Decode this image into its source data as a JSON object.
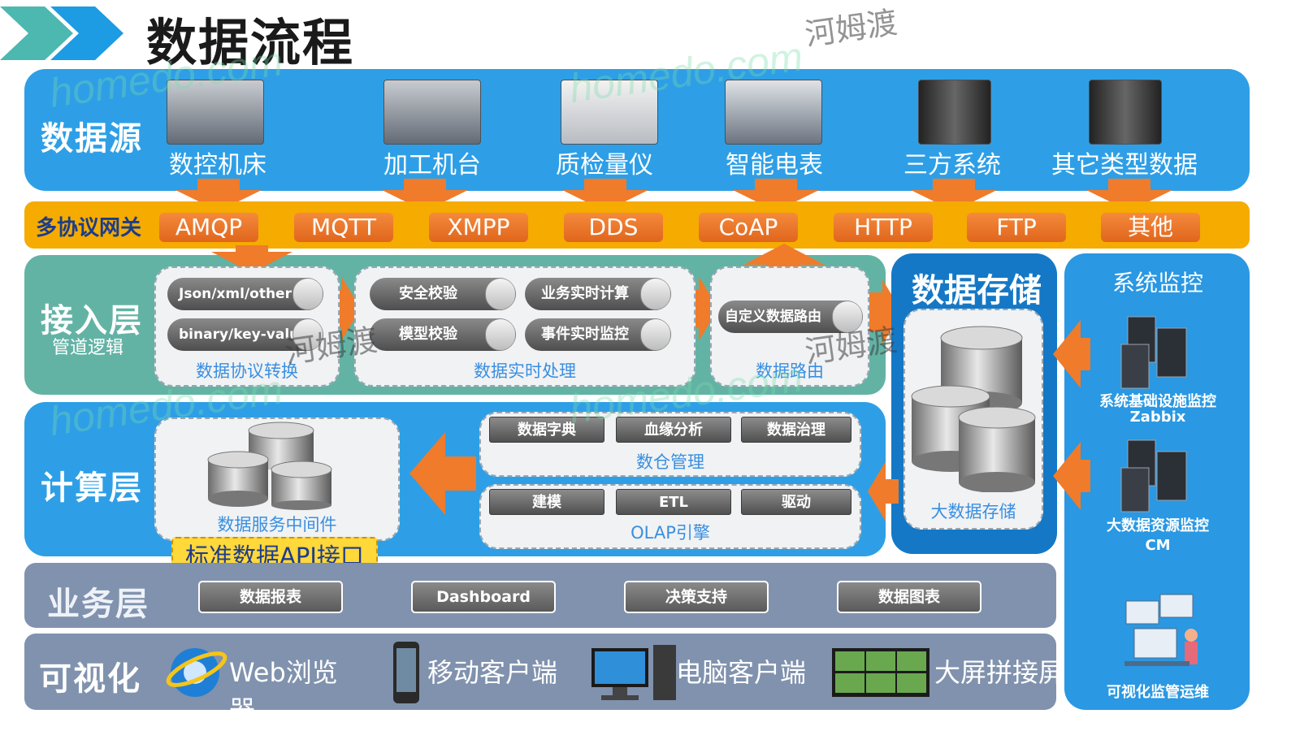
{
  "header": {
    "title": "数据流程"
  },
  "sources": {
    "title": "数据源",
    "items": [
      {
        "label": "数控机床",
        "icon": "cnc-machine-icon"
      },
      {
        "label": "加工机台",
        "icon": "machine-station-icon"
      },
      {
        "label": "质检量仪",
        "icon": "quality-gauge-icon"
      },
      {
        "label": "智能电表",
        "icon": "smart-meter-icon"
      },
      {
        "label": "三方系统",
        "icon": "server-rack-icon"
      },
      {
        "label": "其它类型数据",
        "icon": "server-rack-icon"
      }
    ]
  },
  "gateway": {
    "title": "多协议网关",
    "protocols": [
      "AMQP",
      "MQTT",
      "XMPP",
      "DDS",
      "CoAP",
      "HTTP",
      "FTP",
      "其他"
    ]
  },
  "access": {
    "title": "接入层",
    "subtitle": "管道逻辑",
    "protocol_group": {
      "caption": "数据协议转换",
      "items": [
        "Json/xml/other",
        "binary/key-value"
      ]
    },
    "realtime_group": {
      "caption": "数据实时处理",
      "items": [
        "安全校验",
        "业务实时计算",
        "模型校验",
        "事件实时监控"
      ]
    },
    "routing_group": {
      "caption": "数据路由",
      "items": [
        "自定义数据路由"
      ]
    }
  },
  "storage": {
    "title": "数据存储",
    "caption": "大数据存储"
  },
  "monitor": {
    "title": "系统监控",
    "items": [
      {
        "line1": "系统基础设施监控",
        "line2": "Zabbix"
      },
      {
        "line1": "大数据资源监控",
        "line2": "CM"
      },
      {
        "line1": "可视化监管运维",
        "line2": ""
      }
    ]
  },
  "compute": {
    "title": "计算层",
    "middleware_caption": "数据服务中间件",
    "api_label": "标准数据API接口",
    "warehouse": {
      "caption": "数仓管理",
      "items": [
        "数据字典",
        "血缘分析",
        "数据治理"
      ]
    },
    "olap": {
      "caption": "OLAP引擎",
      "items": [
        "建模",
        "ETL",
        "驱动"
      ]
    }
  },
  "business": {
    "title": "业务层",
    "items": [
      "数据报表",
      "Dashboard",
      "决策支持",
      "数据图表"
    ]
  },
  "visual": {
    "title": "可视化",
    "items": [
      {
        "label": "Web浏览器",
        "icon": "ie-browser-icon"
      },
      {
        "label": "移动客户端",
        "icon": "mobile-phone-icon"
      },
      {
        "label": "电脑客户端",
        "icon": "desktop-computer-icon"
      },
      {
        "label": "大屏拼接屏",
        "icon": "video-wall-icon"
      }
    ]
  },
  "watermark": {
    "brand": "homedo.com",
    "cn": "河姆渡"
  },
  "colors": {
    "blue_panel": "#2e9fe6",
    "green_panel": "#63b3a5",
    "gold_bar": "#f5ab00",
    "orange_arrow": "#ef7b2b",
    "gray_panel": "#8092ad",
    "navy_panel": "#1478c6"
  }
}
